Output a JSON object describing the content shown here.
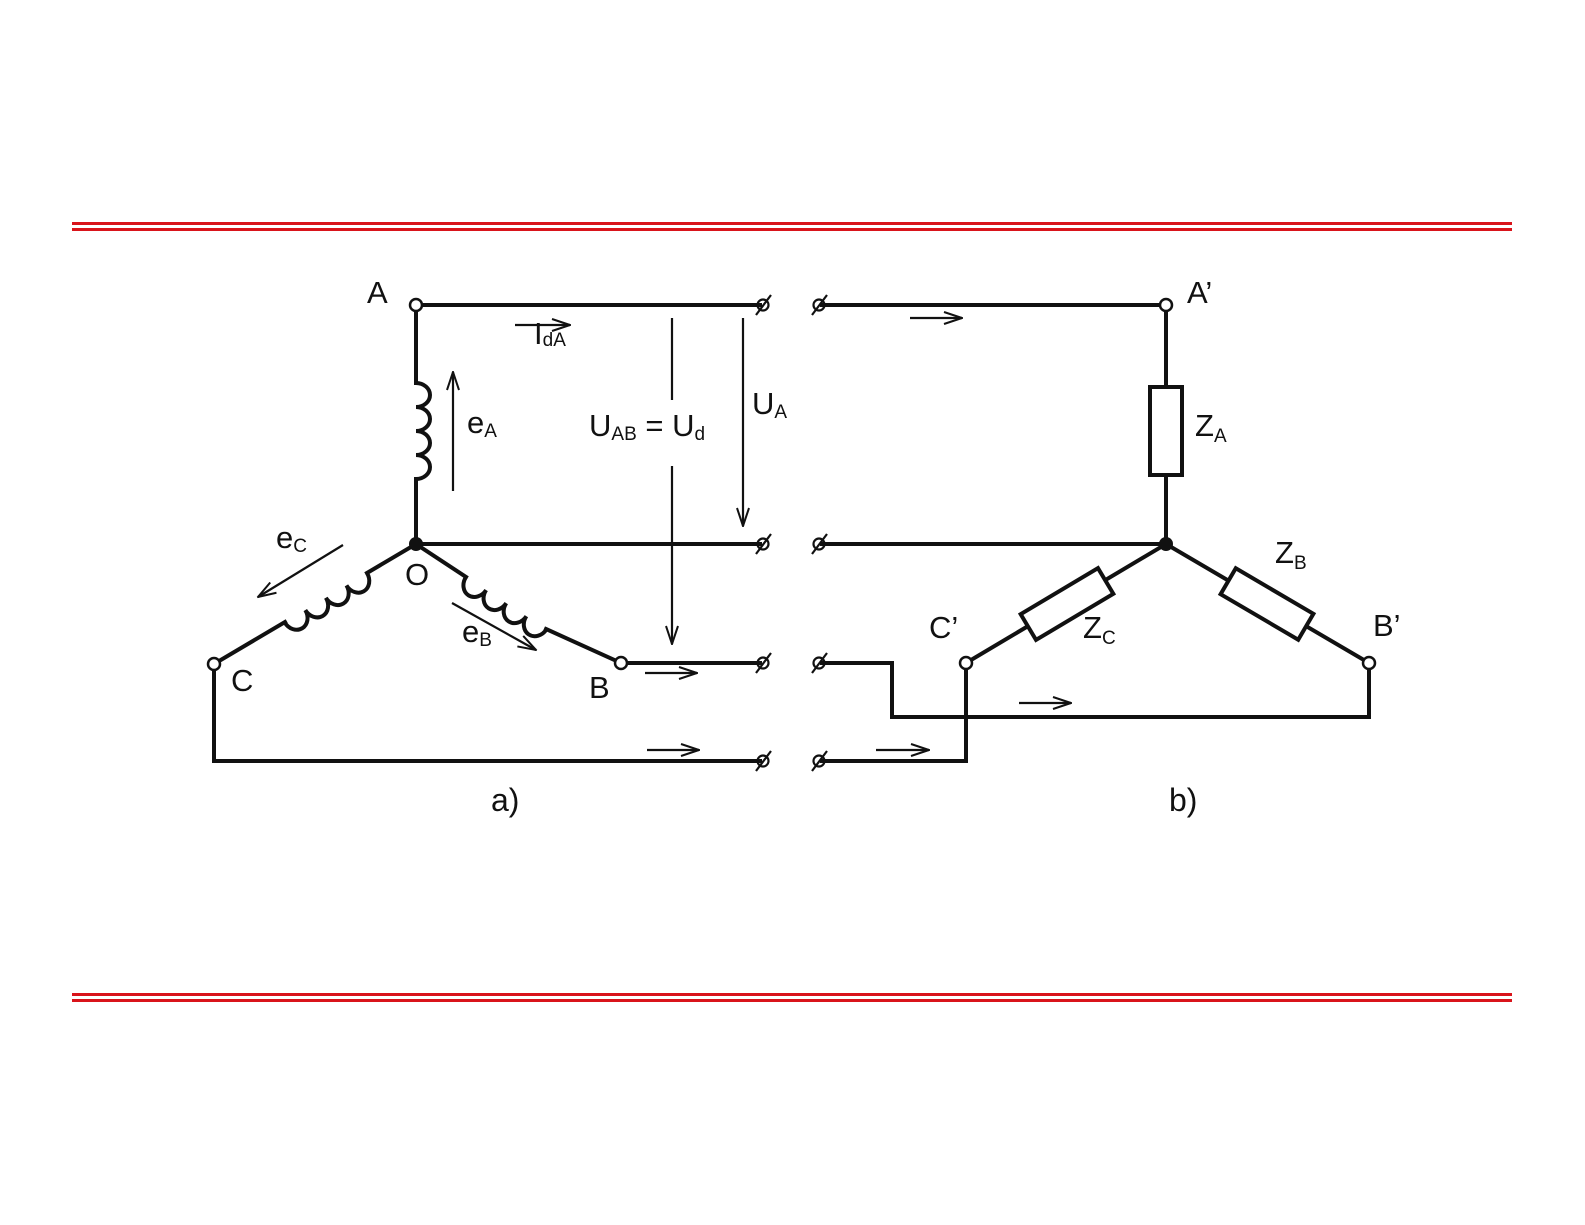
{
  "colors": {
    "rule": "#d9141b",
    "ink": "#111111",
    "background": "#ffffff"
  },
  "labels": {
    "node_A": "A",
    "node_B": "B",
    "node_C": "C",
    "node_O": "O",
    "node_A_prime": "A’",
    "node_B_prime": "B’",
    "node_C_prime": "C’",
    "emf_A": {
      "main": "e",
      "sub": "A"
    },
    "emf_B": {
      "main": "e",
      "sub": "B"
    },
    "emf_C": {
      "main": "e",
      "sub": "C"
    },
    "current_A": {
      "main": "I",
      "sub": "dA"
    },
    "voltage_A": {
      "main": "U",
      "sub": "A"
    },
    "line_voltage": {
      "m1": "U",
      "s1": "AB",
      "eq": " = ",
      "m2": "U",
      "s2": "d"
    },
    "imp_A": {
      "main": "Z",
      "sub": "A"
    },
    "imp_B": {
      "main": "Z",
      "sub": "B"
    },
    "imp_C": {
      "main": "Z",
      "sub": "C"
    },
    "caption_a": "a)",
    "caption_b": "b)"
  }
}
